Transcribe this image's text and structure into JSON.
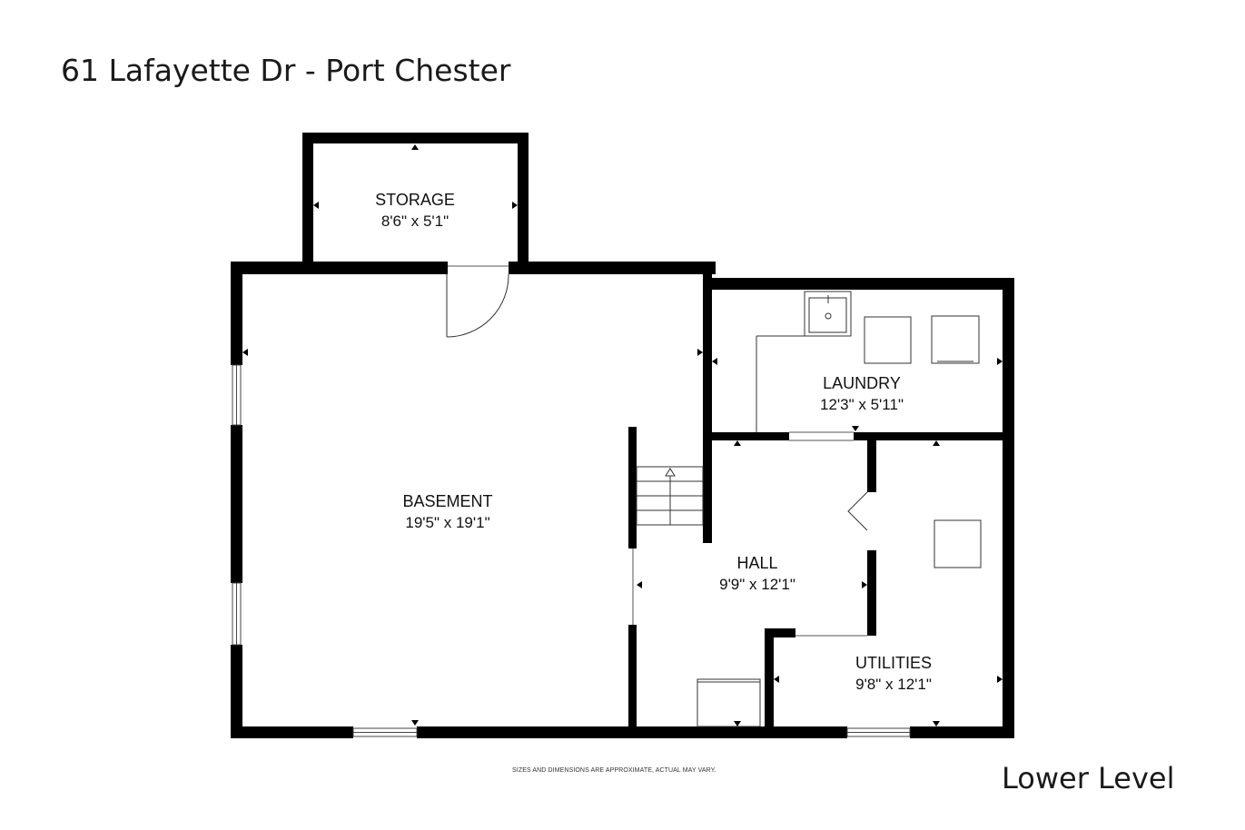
{
  "header": {
    "address": "61 Lafayette Dr - Port Chester"
  },
  "footer": {
    "level": "Lower Level",
    "disclaimer": "SIZES AND DIMENSIONS ARE APPROXIMATE, ACTUAL MAY VARY."
  },
  "rooms": {
    "storage": {
      "name": "STORAGE",
      "dims": "8'6\" x 5'1\""
    },
    "laundry": {
      "name": "LAUNDRY",
      "dims": "12'3\" x 5'11\""
    },
    "basement": {
      "name": "BASEMENT",
      "dims": "19'5\" x 19'1\""
    },
    "hall": {
      "name": "HALL",
      "dims": "9'9\" x 12'1\""
    },
    "utilities": {
      "name": "UTILITIES",
      "dims": "9'8\" x 12'1\""
    }
  },
  "colors": {
    "wall": "#000000",
    "line": "#333333",
    "background": "#ffffff"
  }
}
